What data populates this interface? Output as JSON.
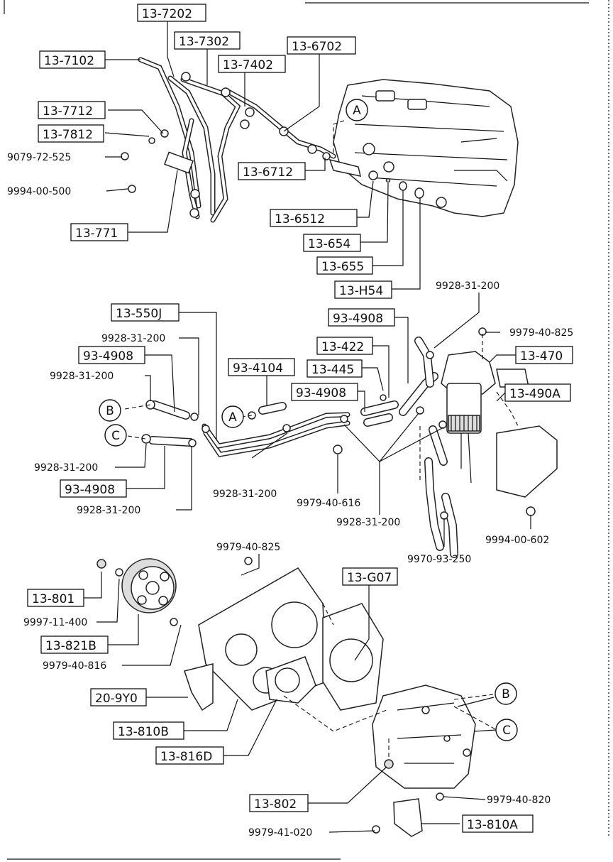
{
  "callouts": {
    "c1": "13-7202",
    "c2": "13-7302",
    "c3": "13-6702",
    "c4": "13-7102",
    "c5": "13-7402",
    "c6": "13-7712",
    "c7": "13-7812",
    "c8": "9079-72-525",
    "c9": "13-6712",
    "c10": "9994-00-500",
    "c11": "13-6512",
    "c12": "13-771",
    "c13": "13-654",
    "c14": "13-655",
    "c15": "13-H54",
    "c16": "9928-31-200",
    "c17": "13-550J",
    "c18": "93-4908",
    "c19": "9979-40-825",
    "c20": "9928-31-200",
    "c21": "13-422",
    "c22": "13-470",
    "c23": "93-4908",
    "c24": "93-4104",
    "c25": "13-445",
    "c26": "9928-31-200",
    "c27": "93-4908",
    "c28": "13-490A",
    "c29": "9928-31-200",
    "c30": "93-4908",
    "c31": "9928-31-200",
    "c32": "9979-40-616",
    "c33": "9928-31-200",
    "c34": "9994-00-602",
    "c35": "9928-31-200",
    "c36": "9970-93-250",
    "c37": "9979-40-825",
    "c38": "13-801",
    "c39": "13-G07",
    "c40": "9997-11-400",
    "c41": "13-821B",
    "c42": "9979-40-816",
    "c43": "20-9Y0",
    "c44": "13-810B",
    "c45": "13-816D",
    "c46": "13-802",
    "c47": "9979-40-820",
    "c48": "9979-41-020",
    "c49": "13-810A"
  },
  "refs": {
    "A1": "A",
    "A2": "A",
    "B1": "B",
    "B2": "B",
    "C1": "C",
    "C2": "C"
  }
}
